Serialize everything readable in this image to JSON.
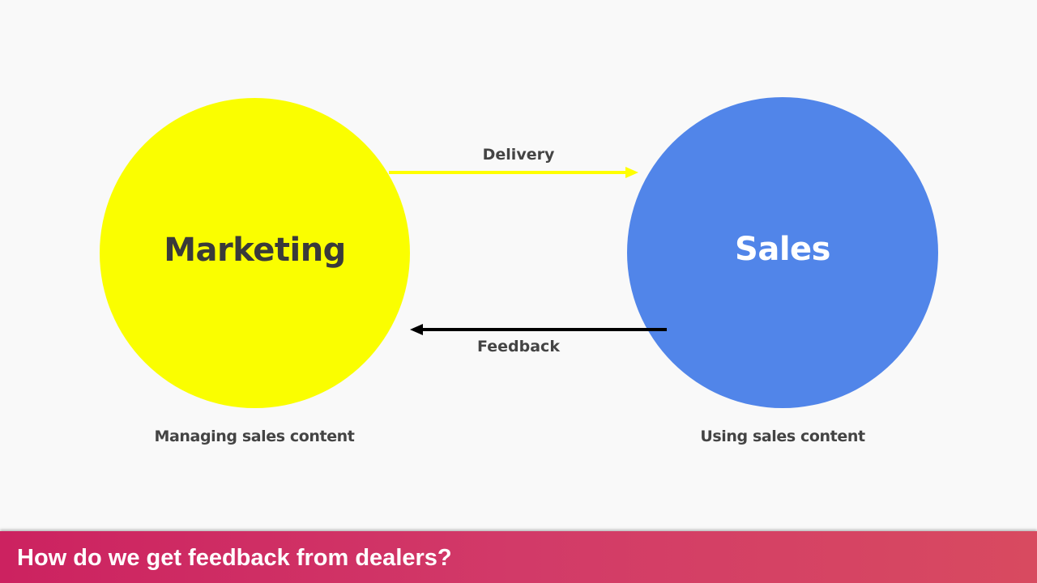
{
  "diagram": {
    "nodes": [
      {
        "id": "marketing",
        "label": "Marketing",
        "caption": "Managing sales content",
        "color": "#fafe00",
        "text_color": "#3a3a3a"
      },
      {
        "id": "sales",
        "label": "Sales",
        "caption": "Using sales content",
        "color": "#5185e9",
        "text_color": "#ffffff"
      }
    ],
    "edges": [
      {
        "from": "marketing",
        "to": "sales",
        "label": "Delivery",
        "color": "#ffff00"
      },
      {
        "from": "sales",
        "to": "marketing",
        "label": "Feedback",
        "color": "#000000"
      }
    ]
  },
  "banner": {
    "title": "How do we get feedback from dealers?",
    "color_start": "#cc2260",
    "color_end": "#d84a60"
  }
}
